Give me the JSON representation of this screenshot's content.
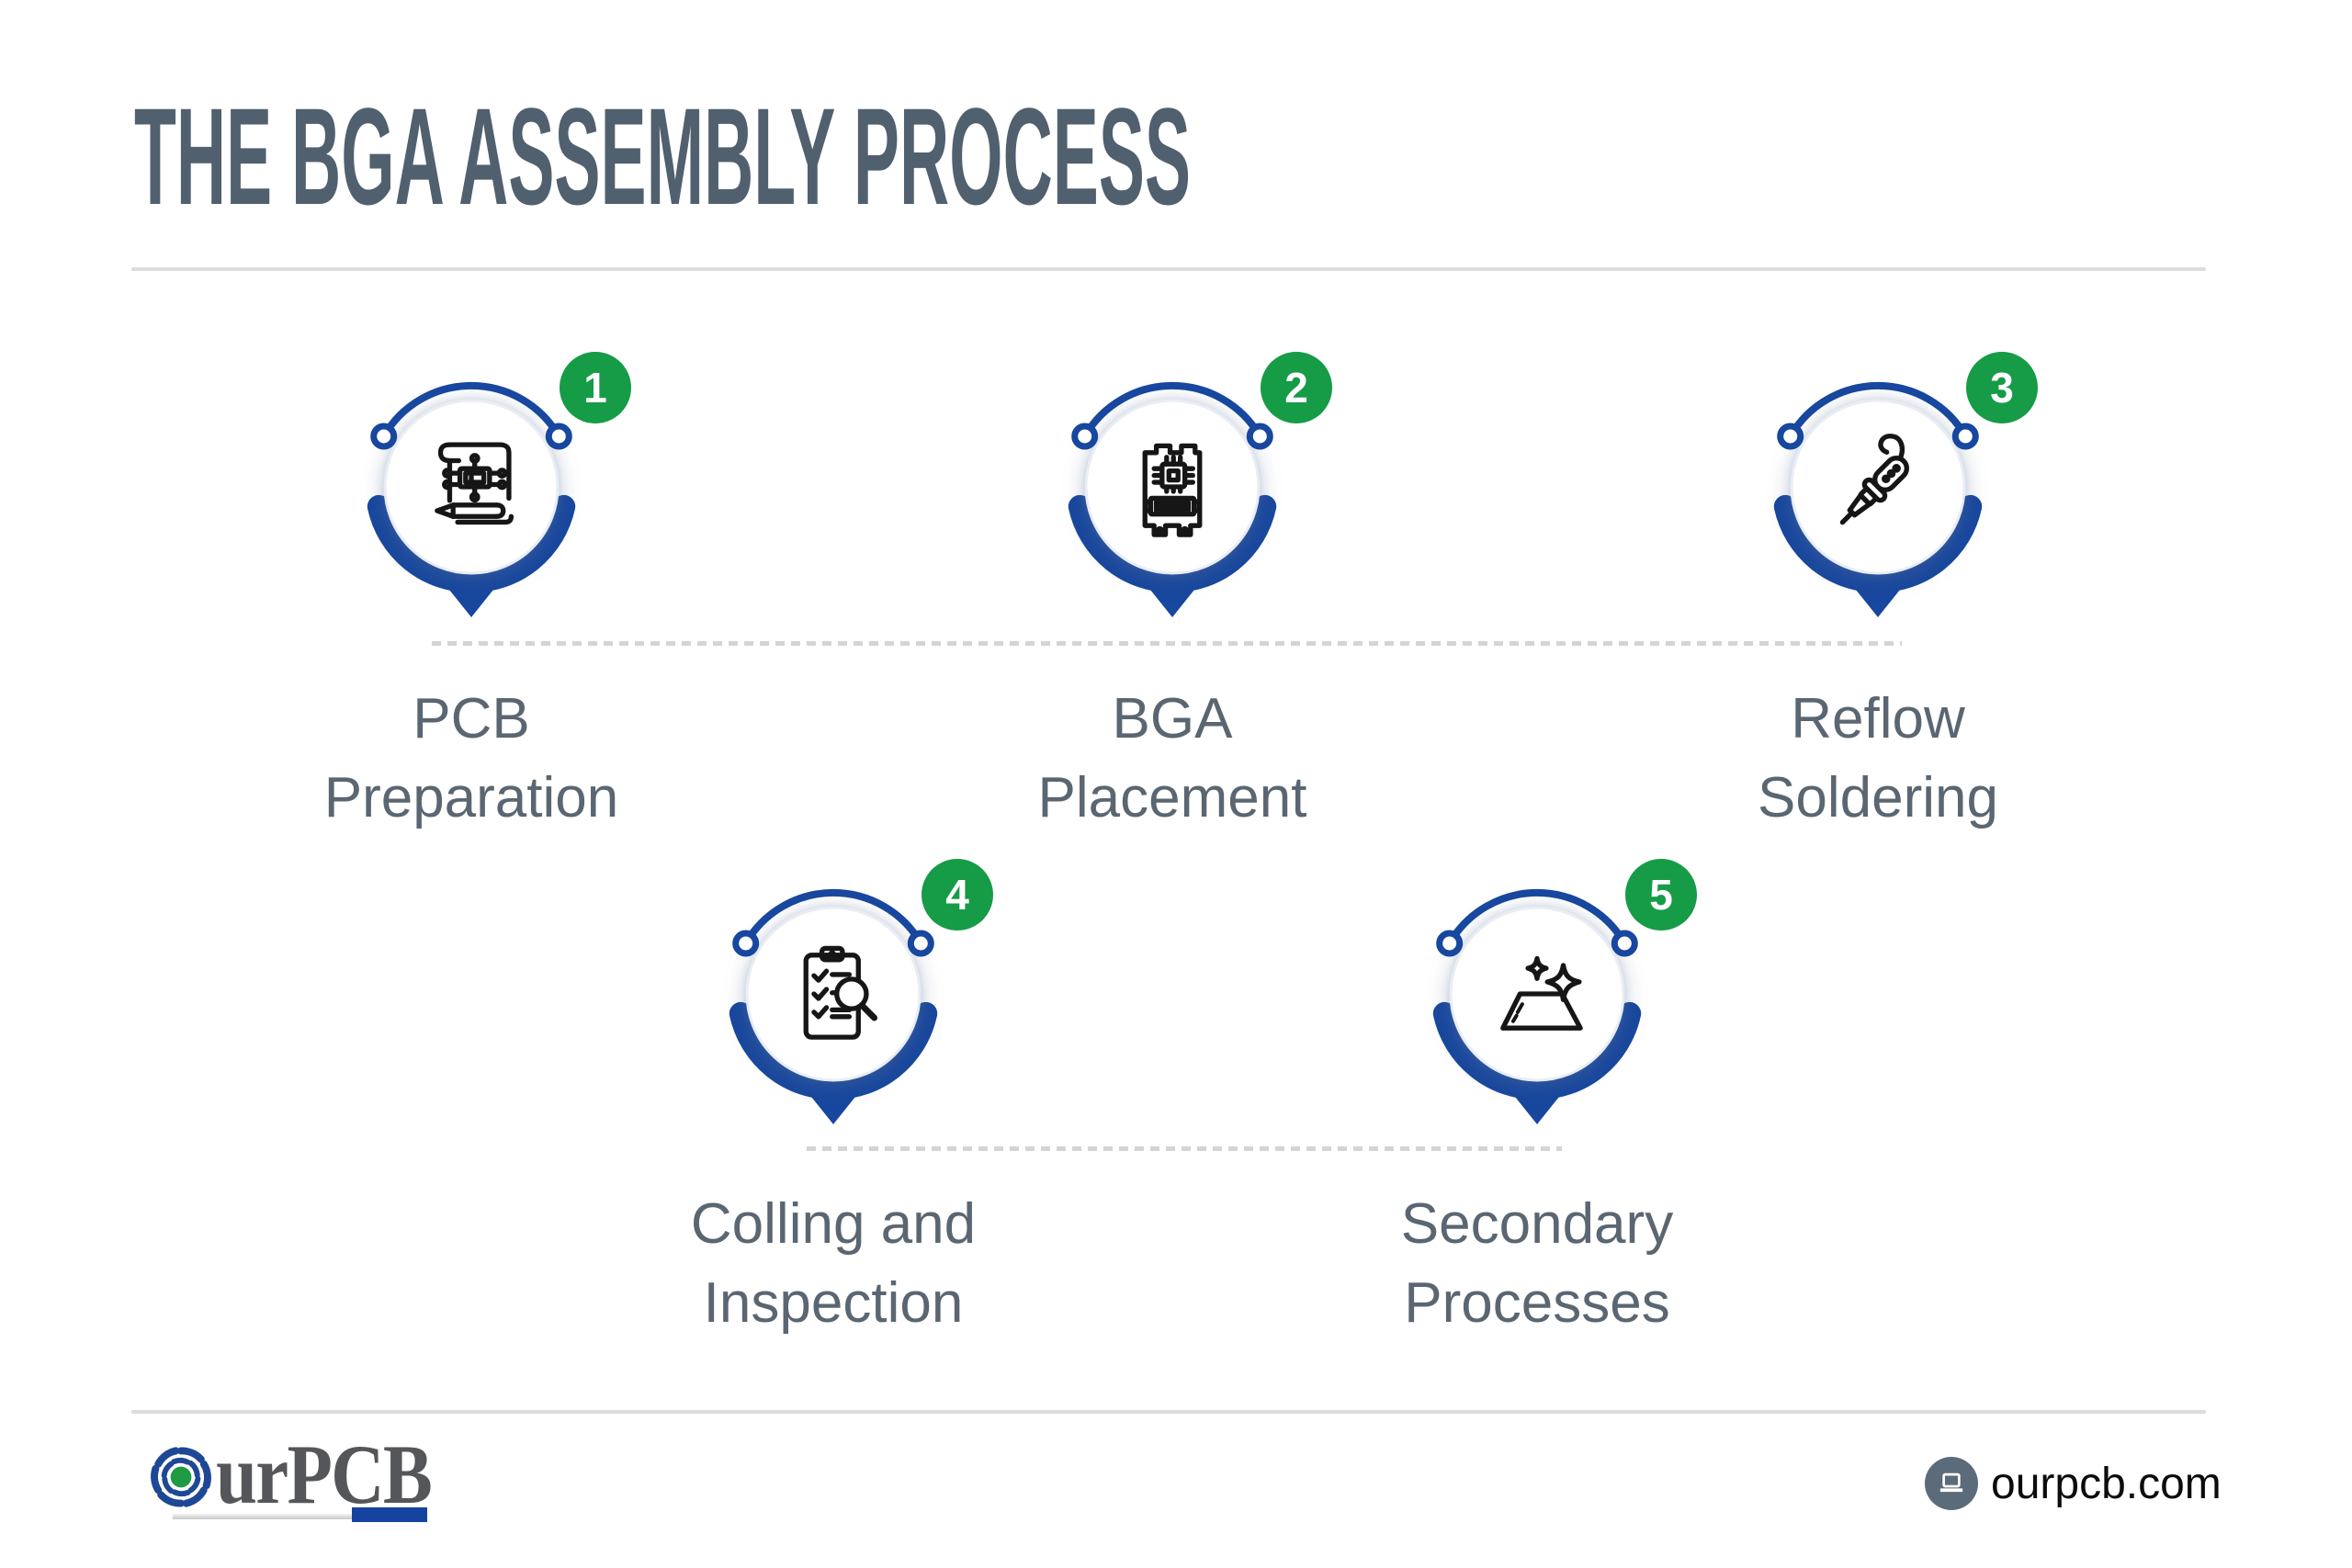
{
  "page": {
    "title": "THE BGA ASSEMBLY PROCESS",
    "background": "#ffffff"
  },
  "colors": {
    "title_slate": "#51606e",
    "label_slate": "#5a6671",
    "pin_blue": "#17479e",
    "badge_green": "#169b47",
    "icon_black": "#161616",
    "dash_gray": "#d4d4d4",
    "divider_gray": "#dcdcdc",
    "footer_circle_slate": "#5c6b7a",
    "logo_text_gray": "#54565a",
    "logo_green": "#1f9b43",
    "logo_blue": "#1e4896"
  },
  "steps": [
    {
      "number": "1",
      "label_line1": "PCB",
      "label_line2": "Preparation",
      "icon": "blueprint-icon"
    },
    {
      "number": "2",
      "label_line1": "BGA",
      "label_line2": "Placement",
      "icon": "pcb-chip-icon"
    },
    {
      "number": "3",
      "label_line1": "Reflow",
      "label_line2": "Soldering",
      "icon": "soldering-iron-icon"
    },
    {
      "number": "4",
      "label_line1": "Colling and",
      "label_line2": "Inspection",
      "icon": "inspection-icon"
    },
    {
      "number": "5",
      "label_line1": "Secondary",
      "label_line2": "Processes",
      "icon": "sparkle-clean-icon"
    }
  ],
  "footer": {
    "logo_text": "urPCB",
    "website": "ourpcb.com"
  }
}
